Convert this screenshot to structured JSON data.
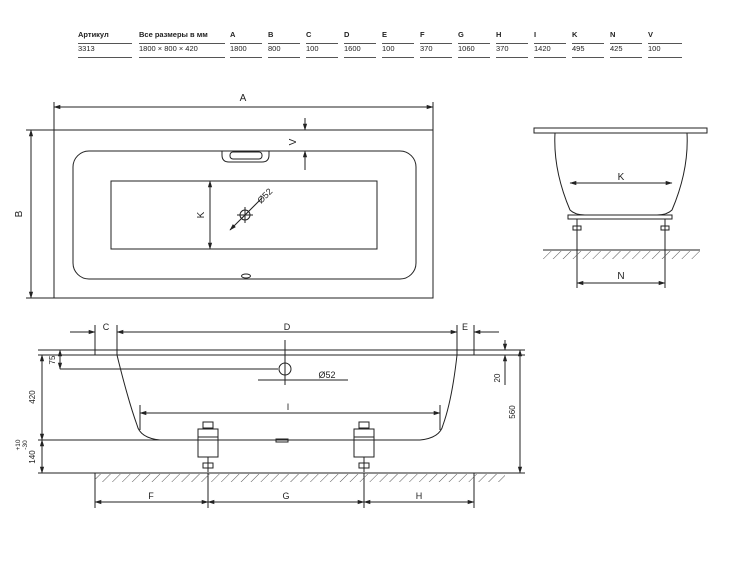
{
  "table": {
    "headers": [
      "Артикул",
      "Все размеры в мм",
      "A",
      "B",
      "C",
      "D",
      "E",
      "F",
      "G",
      "H",
      "I",
      "K",
      "N",
      "V"
    ],
    "values": [
      "3313",
      "1800 × 800 × 420",
      "1800",
      "800",
      "100",
      "1600",
      "100",
      "370",
      "1060",
      "370",
      "1420",
      "495",
      "425",
      "100"
    ]
  },
  "top_view": {
    "dim_a": "A",
    "dim_b": "B",
    "dim_v": "V",
    "dim_k": "K",
    "drain_dia": "Ø52"
  },
  "side_view": {
    "dim_k": "K",
    "dim_n": "N"
  },
  "front_view": {
    "dim_c": "C",
    "dim_d": "D",
    "dim_e": "E",
    "dim_75": "75",
    "dim_420": "420",
    "dim_10": "+10",
    "dim_30": "-30",
    "dim_140": "140",
    "drain_dia": "Ø52",
    "dim_i": "I",
    "dim_20": "20",
    "dim_560": "560",
    "dim_f": "F",
    "dim_g": "G",
    "dim_h": "H"
  }
}
